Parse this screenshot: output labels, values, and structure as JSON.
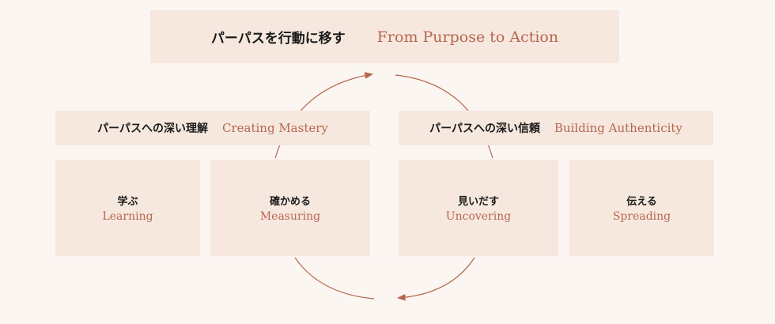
{
  "title": {
    "jp": "パーパスを行動に移す",
    "en": "From Purpose to Action"
  },
  "left_group": {
    "jp": "パーパスへの深い理解",
    "en": "Creating Mastery"
  },
  "right_group": {
    "jp": "パーパスへの深い信頼",
    "en": "Building Authenticity"
  },
  "cards": [
    {
      "jp": "学ぶ",
      "en": "Learning"
    },
    {
      "jp": "確かめる",
      "en": "Measuring"
    },
    {
      "jp": "見いだす",
      "en": "Uncovering"
    },
    {
      "jp": "伝える",
      "en": "Spreading"
    }
  ],
  "colors": {
    "accent": "#b7664d",
    "box": "#f6e8df",
    "background": "#fbf6f2",
    "text": "#1a1a1a"
  }
}
